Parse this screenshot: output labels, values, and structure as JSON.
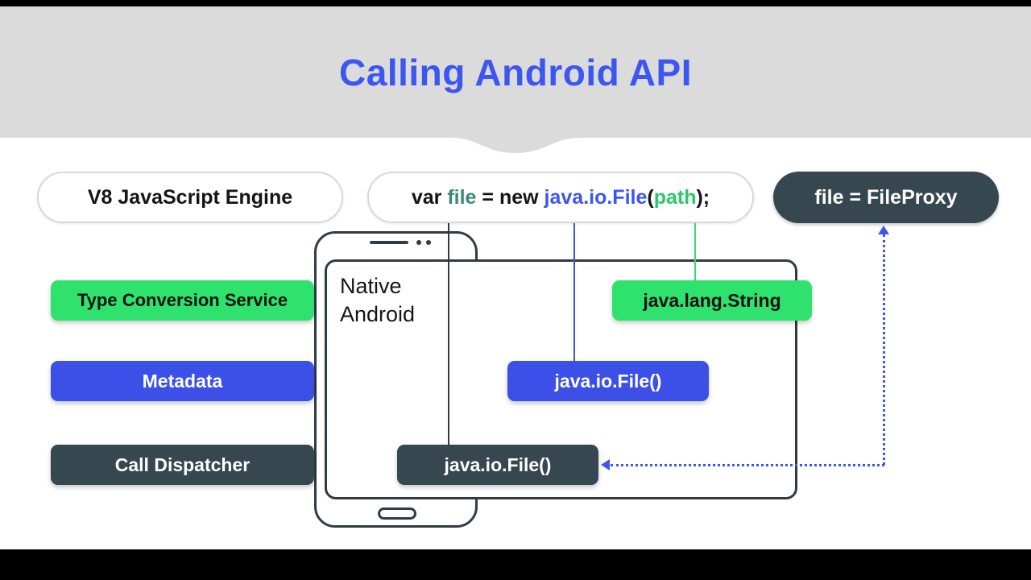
{
  "slide": {
    "title": "Calling Android API"
  },
  "top_row": {
    "v8_engine_label": "V8 JavaScript Engine",
    "file_proxy_label": "file = FileProxy",
    "code": {
      "kw_var": "var ",
      "var_name": "file",
      "assign": " = ",
      "kw_new": "new ",
      "class_name": "java.io.File",
      "open_paren": "(",
      "param": "path",
      "close": ");"
    }
  },
  "panel": {
    "label_line1": "Native",
    "label_line2": "Android"
  },
  "left_pills": [
    {
      "label": "Type Conversion Service",
      "style": "green"
    },
    {
      "label": "Metadata",
      "style": "blue"
    },
    {
      "label": "Call Dispatcher",
      "style": "dark"
    }
  ],
  "panel_pills": [
    {
      "label": "java.lang.String",
      "style": "green"
    },
    {
      "label": "java.io.File()",
      "style": "blue"
    },
    {
      "label": "java.io.File()",
      "style": "dark"
    }
  ],
  "colors": {
    "title_blue": "#3d56f0",
    "accent_green": "#2fe26d",
    "accent_blue": "#3c50e8",
    "accent_dark": "#37474f",
    "header_gray": "#dbdbdb",
    "code_var_teal": "#3a8a7c",
    "code_param_green": "#2bc968",
    "arrow_blue": "#3d56f0"
  }
}
